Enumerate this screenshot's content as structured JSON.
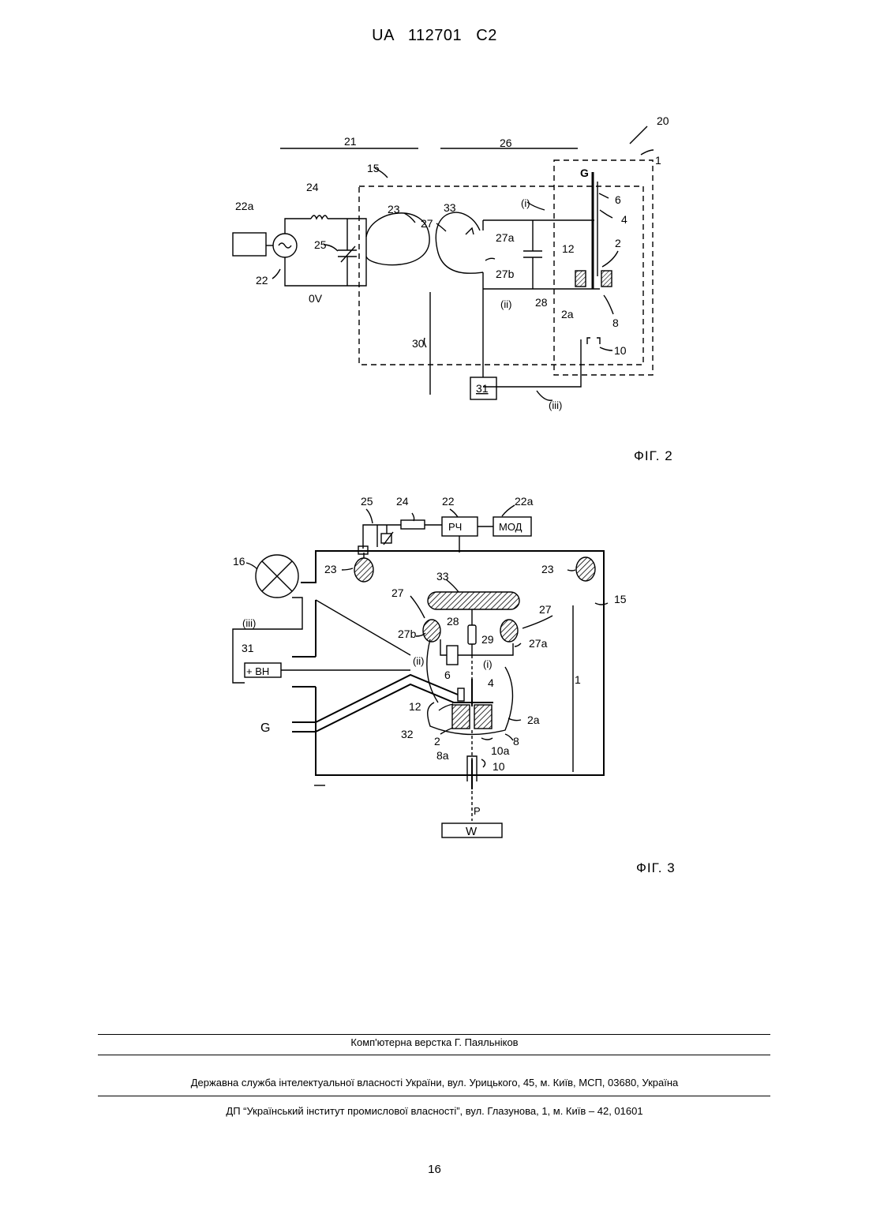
{
  "header": {
    "office": "UA",
    "number": "112701",
    "kind": "C2"
  },
  "fig2": {
    "caption": "ФІГ. 2",
    "labels": {
      "l20": "20",
      "l21": "21",
      "l26": "26",
      "l1": "1",
      "l15": "15",
      "lG": "G",
      "l6": "6",
      "l4": "4",
      "l2": "2",
      "l24": "24",
      "l22a": "22a",
      "l23": "23",
      "l33": "33",
      "l27": "27",
      "l27a": "27a",
      "l27b": "27b",
      "l25": "25",
      "l22": "22",
      "l0V": "0V",
      "l12": "12",
      "l2a": "2a",
      "l8": "8",
      "l10": "10",
      "l28": "28",
      "l30": "30",
      "l31": "31",
      "li": "(i)",
      "lii": "(ii)",
      "liii": "(iii)"
    }
  },
  "fig3": {
    "caption": "ФІГ. 3",
    "labels": {
      "l25": "25",
      "l24": "24",
      "l22": "22",
      "l22a": "22a",
      "rf": "РЧ",
      "mod": "МОД",
      "l16": "16",
      "l23a": "23",
      "l23b": "23",
      "l33": "33",
      "l27a_lbl": "27",
      "l27b_lbl": "27",
      "l15": "15",
      "l27b": "27b",
      "l28": "28",
      "l29": "29",
      "l27a": "27a",
      "liii": "(iii)",
      "l31": "31",
      "hv": "+ ВН",
      "lii": "(ii)",
      "li": "(i)",
      "l1": "1",
      "l6": "6",
      "l4": "4",
      "l12": "12",
      "l2a": "2a",
      "lG": "G",
      "l32": "32",
      "l2": "2",
      "l8": "8",
      "l8a": "8a",
      "l10a": "10a",
      "l10": "10",
      "lP": "P",
      "lW": "W"
    }
  },
  "footer": {
    "layout": "Комп'ютерна верстка Г. Паяльніков",
    "service": "Державна служба інтелектуальної власності України, вул. Урицького, 45, м. Київ, МСП, 03680, Україна",
    "institute": "ДП “Український інститут промислової власності”, вул. Глазунова, 1, м. Київ – 42, 01601"
  },
  "page_number": "16"
}
